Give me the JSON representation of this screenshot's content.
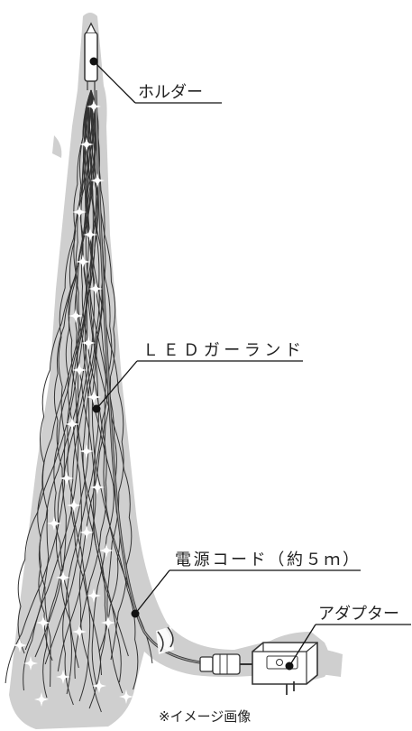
{
  "labels": {
    "holder": "ホルダー",
    "garland": "ＬＥＤガーランド",
    "cord": "電源コード（約５ｍ）",
    "adapter": "アダプター"
  },
  "caption": "※イメージ画像",
  "colors": {
    "halo": "#cfcfcf",
    "strand": "#333333",
    "leader": "#111111",
    "sparkle": "#ffffff"
  }
}
